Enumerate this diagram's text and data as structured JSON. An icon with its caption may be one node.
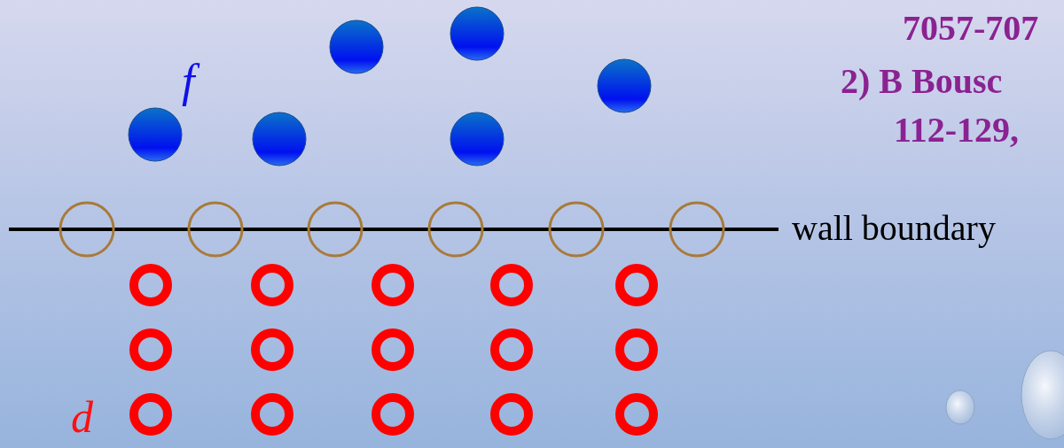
{
  "diagram": {
    "labels": [
      "7057-707",
      "2) B Bousc",
      "f",
      "112-129,",
      "wall boundary",
      "d"
    ]
  }
}
